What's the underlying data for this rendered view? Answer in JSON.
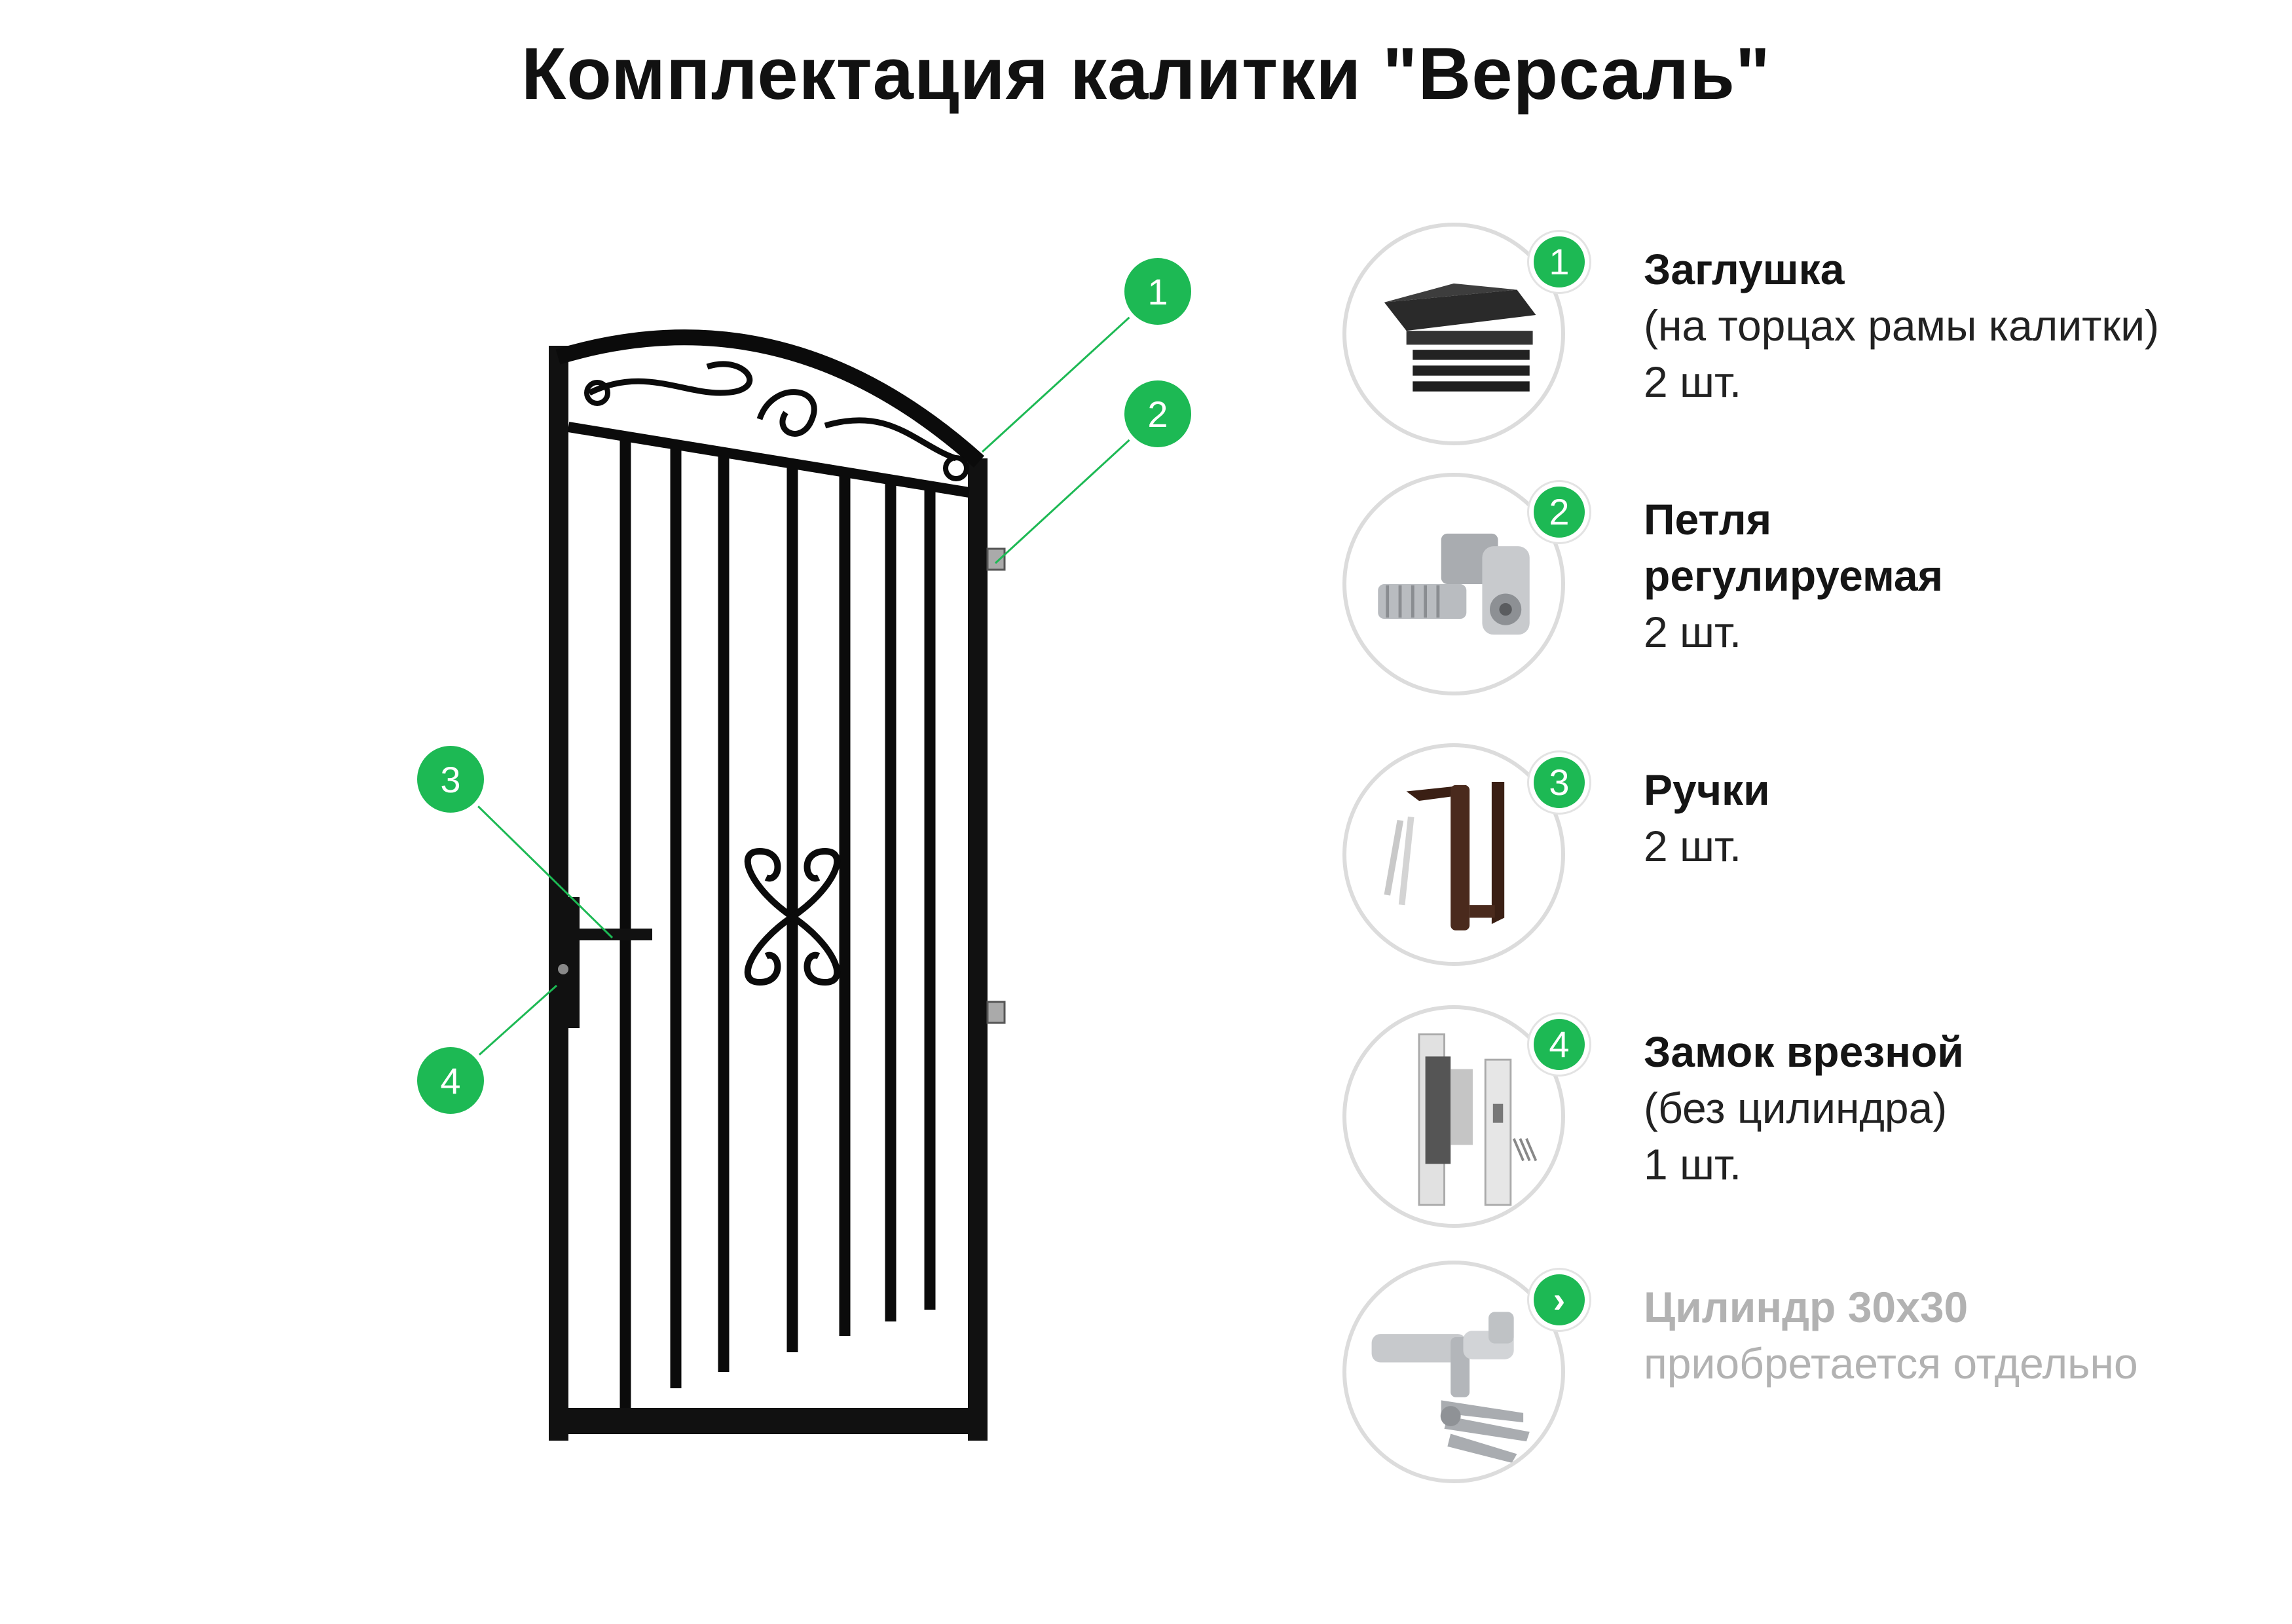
{
  "title": "Комплектация калитки \"Версаль\"",
  "accent_color": "#1db954",
  "gate_callouts": [
    "1",
    "2",
    "3",
    "4"
  ],
  "items": [
    {
      "badge": "1",
      "name": "Заглушка",
      "note": "(на торцах рамы калитки)",
      "qty": "2 шт.",
      "icon": "end-cap-icon"
    },
    {
      "badge": "2",
      "name_line1": "Петля",
      "name_line2": "регулируемая",
      "qty": "2 шт.",
      "icon": "hinge-icon"
    },
    {
      "badge": "3",
      "name": "Ручки",
      "qty": "2 шт.",
      "icon": "handles-icon"
    },
    {
      "badge": "4",
      "name": "Замок врезной",
      "note": "(без цилиндра)",
      "qty": "1 шт.",
      "icon": "mortise-lock-icon"
    },
    {
      "badge": "›",
      "name": "Цилиндр 30х30",
      "note": "приобретается отдельно",
      "icon": "lock-cylinder-icon"
    }
  ]
}
